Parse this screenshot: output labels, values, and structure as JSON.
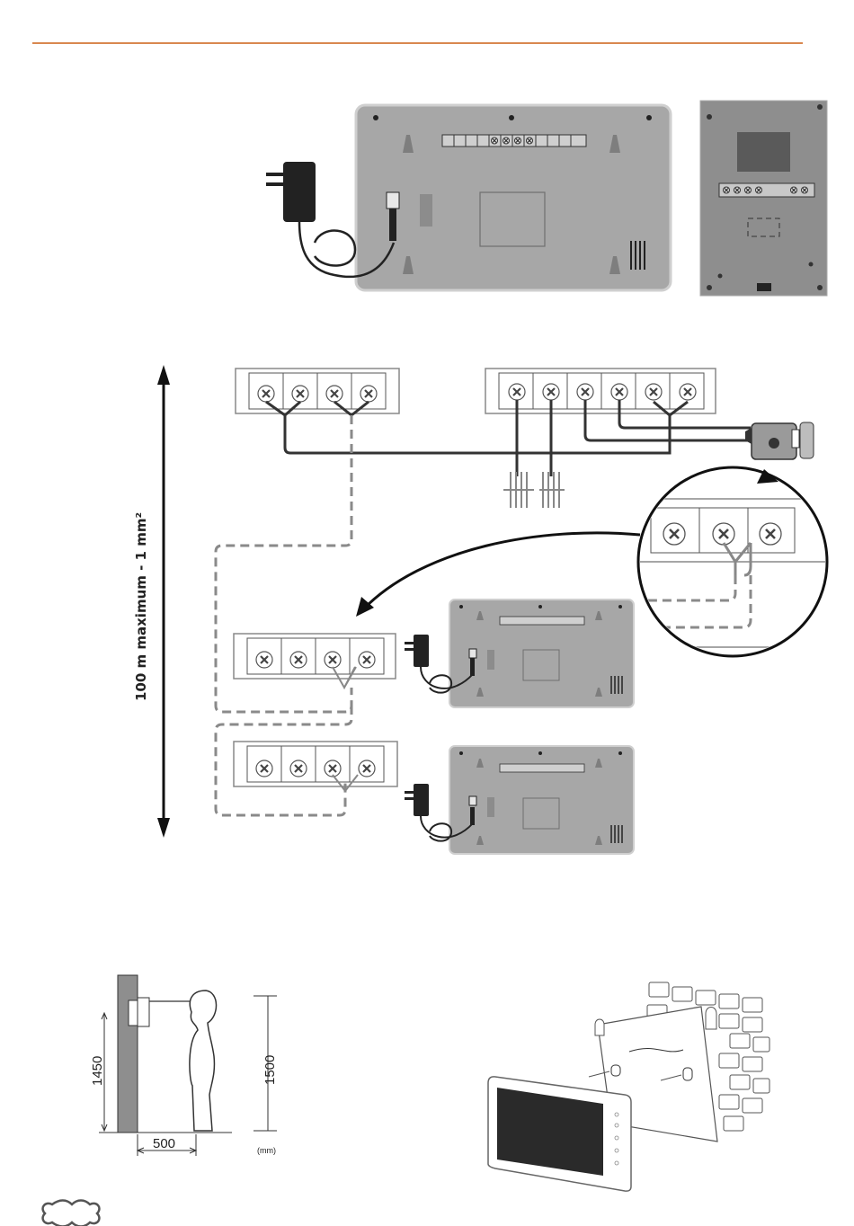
{
  "header": {
    "rule_color": "#d9884f"
  },
  "colors": {
    "device_gray": "#a7a7a7",
    "device_dark": "#8e8e8e",
    "wire": "#333333",
    "dashed_wire": "#8a8a8a"
  },
  "cable_spec": "100 m maximum - 1 mm²",
  "height_diagram": {
    "door_height": "1450",
    "eye_height": "1500",
    "distance": "500",
    "unit": "(mm)"
  },
  "icons": [
    "power-adapter-icon",
    "screw-terminal-icon",
    "door-lock-icon",
    "person-silhouette-icon",
    "brand-logo-icon"
  ]
}
